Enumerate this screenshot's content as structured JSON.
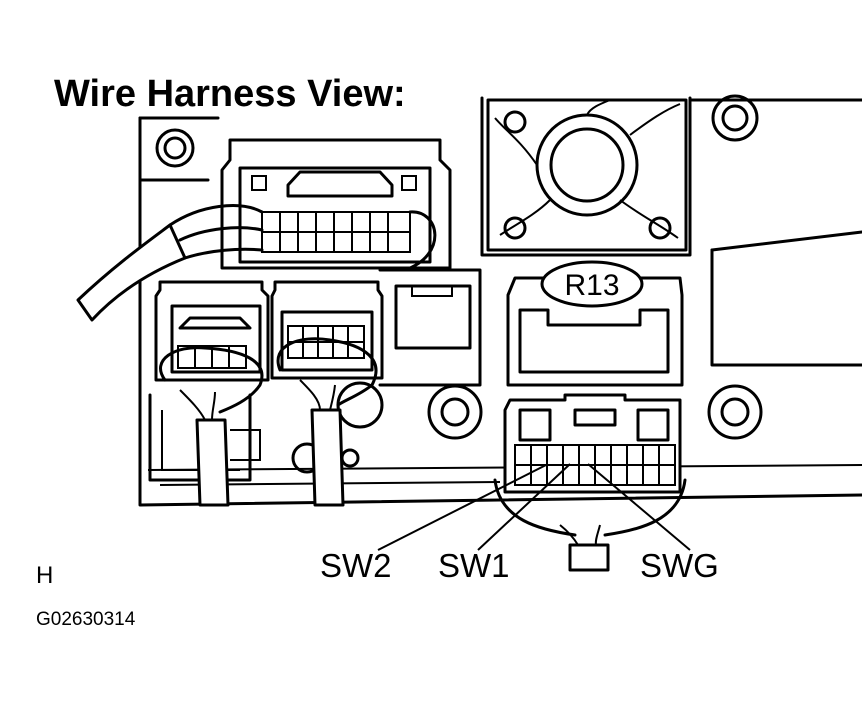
{
  "title": "Wire Harness View:",
  "connector_id": "R13",
  "pin_labels": {
    "sw2": "SW2",
    "sw1": "SW1",
    "swg": "SWG"
  },
  "section_letter": "H",
  "figure_code": "G02630314"
}
